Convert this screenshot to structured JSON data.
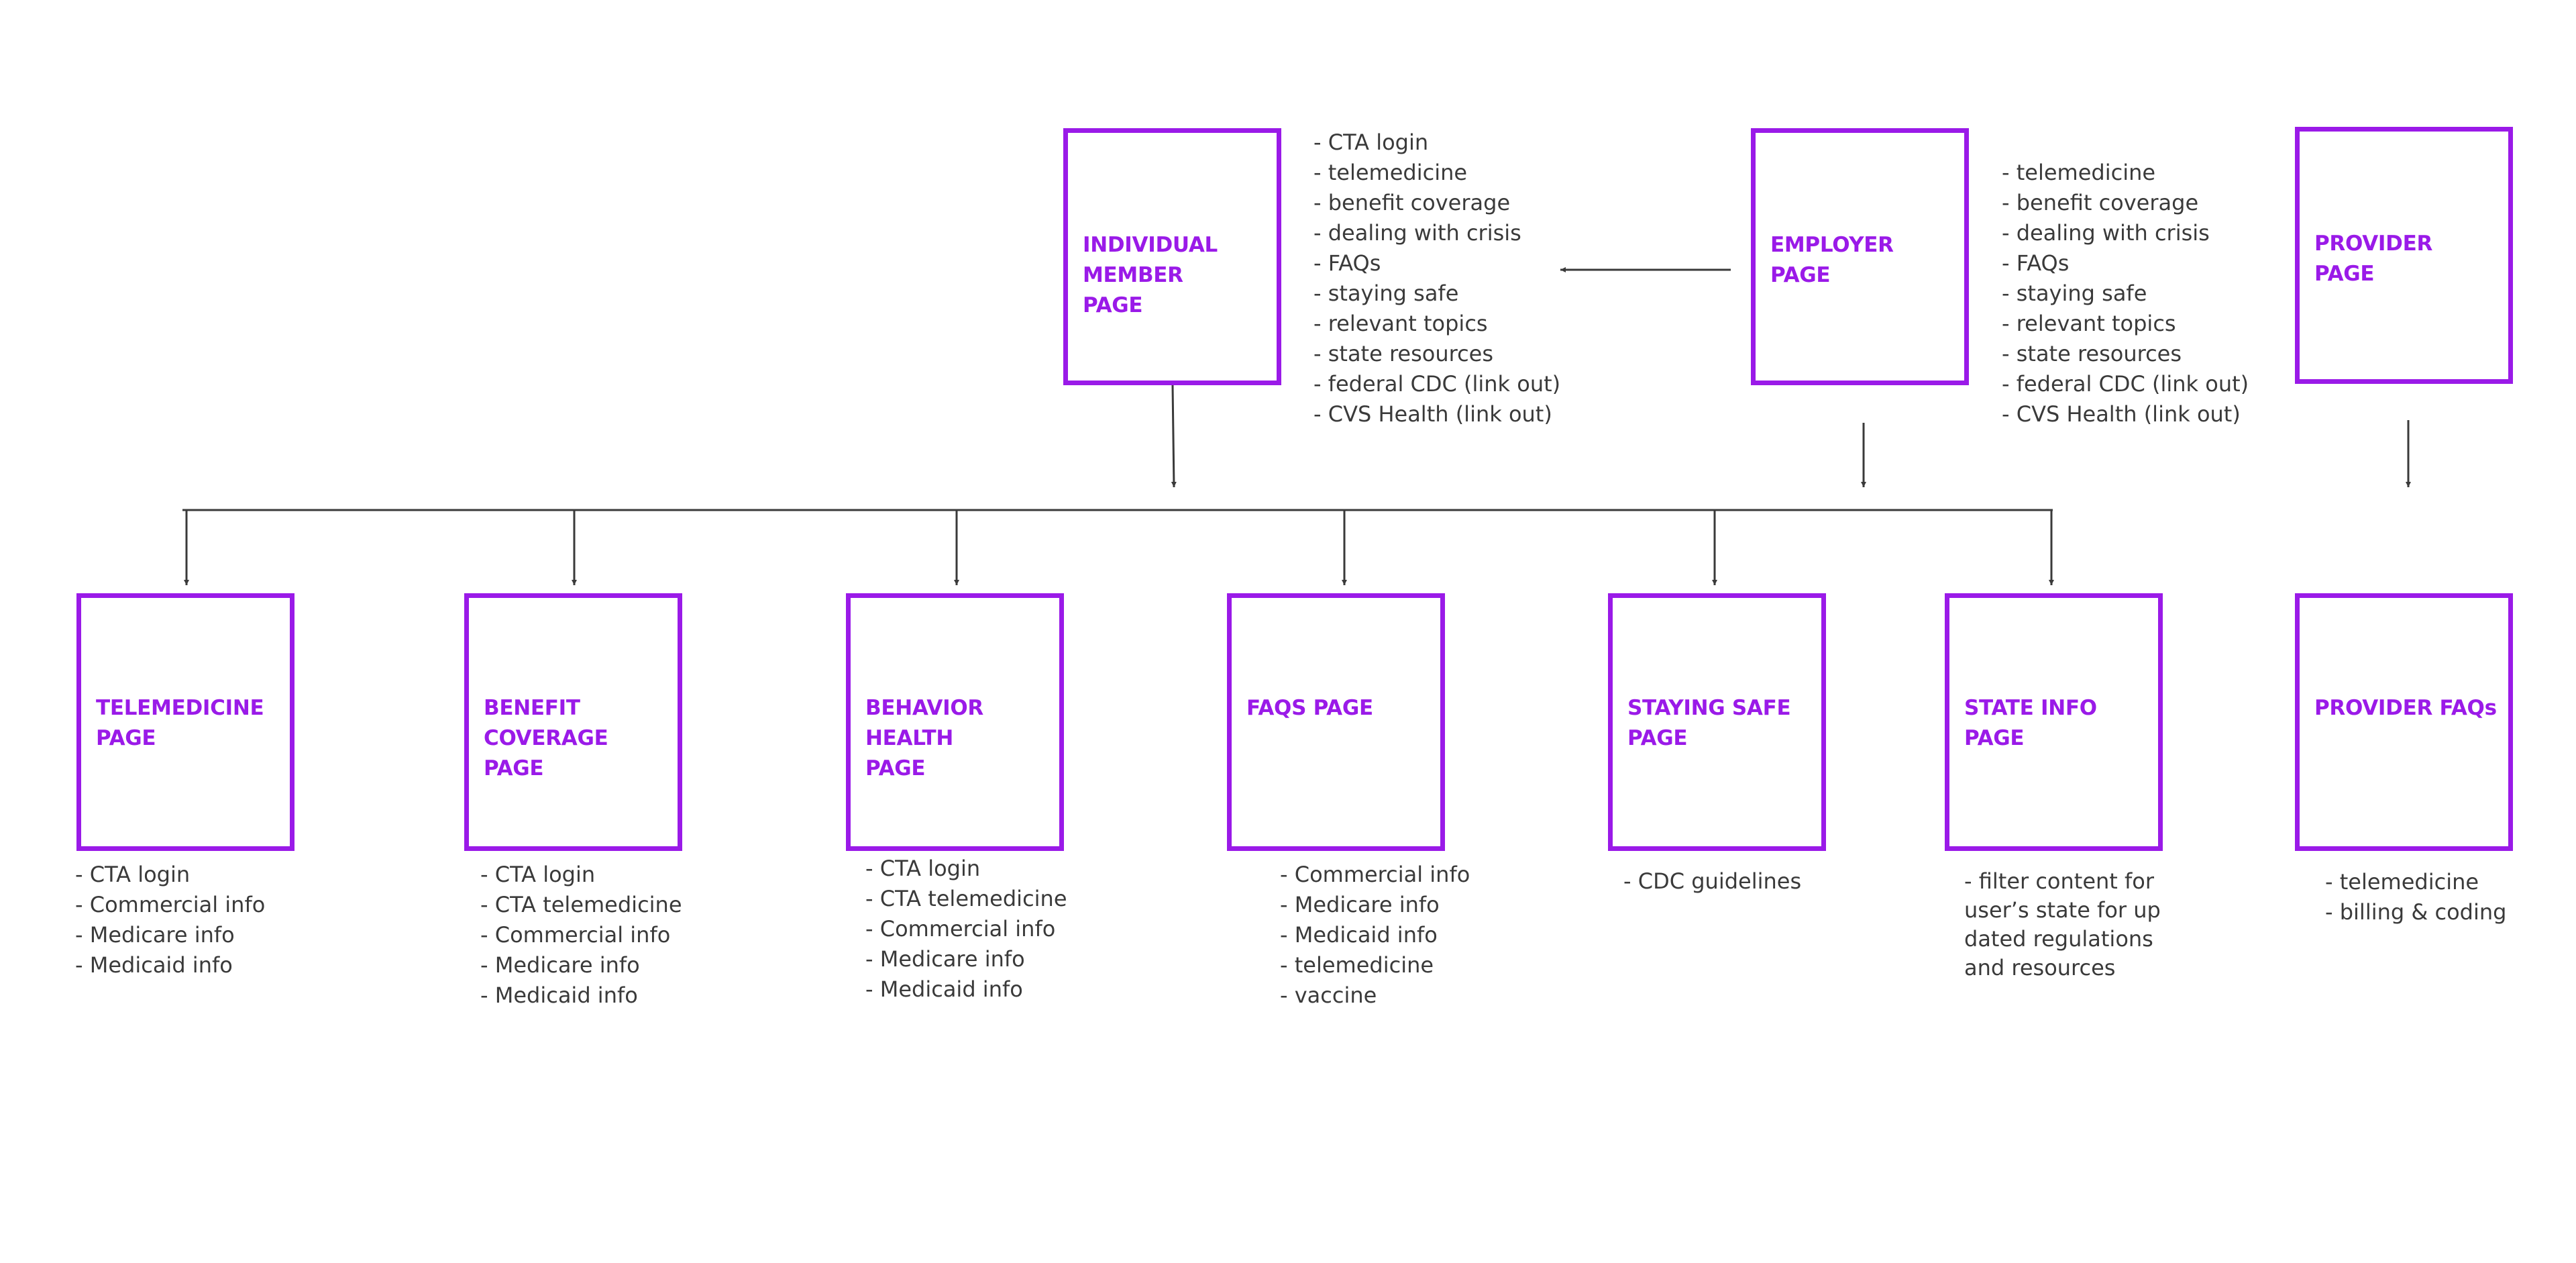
{
  "nodes": {
    "individual_member": {
      "label": "INDIVIDUAL\nMEMBER\nPAGE"
    },
    "employer": {
      "label": "EMPLOYER\nPAGE"
    },
    "provider": {
      "label": "PROVIDER\nPAGE"
    },
    "telemedicine": {
      "label": "TELEMEDICINE\nPAGE"
    },
    "benefit_coverage": {
      "label": "BENEFIT\nCOVERAGE\nPAGE"
    },
    "behavior_health": {
      "label": "BEHAVIOR\nHEALTH\nPAGE"
    },
    "faqs": {
      "label": "FAQS PAGE"
    },
    "staying_safe": {
      "label": "STAYING SAFE\nPAGE"
    },
    "state_info": {
      "label": "STATE INFO\nPAGE"
    },
    "provider_faqs": {
      "label": "PROVIDER FAQs"
    }
  },
  "notes": {
    "individual_member": [
      "- CTA login",
      "- telemedicine",
      "- benefit coverage",
      "- dealing with crisis",
      "- FAQs",
      "- staying safe",
      "- relevant topics",
      "- state resources",
      "- federal CDC (link out)",
      "- CVS Health (link out)"
    ],
    "employer": [
      "- telemedicine",
      "- benefit coverage",
      "- dealing with crisis",
      "- FAQs",
      "- staying safe",
      "- relevant topics",
      "- state resources",
      "- federal CDC (link out)",
      "- CVS Health (link out)"
    ],
    "telemedicine": [
      "- CTA login",
      "- Commercial info",
      "- Medicare info",
      "- Medicaid info"
    ],
    "benefit_coverage": [
      "- CTA login",
      "- CTA telemedicine",
      "- Commercial info",
      "- Medicare info",
      "- Medicaid info"
    ],
    "behavior_health": [
      "- CTA login",
      "- CTA telemedicine",
      "- Commercial info",
      "- Medicare info",
      "- Medicaid info"
    ],
    "faqs": [
      "- Commercial info",
      "- Medicare info",
      "- Medicaid info",
      "- telemedicine",
      "- vaccine"
    ],
    "staying_safe": [
      "- CDC guidelines"
    ],
    "state_info": [
      "- filter content for user’s state for up dated regulations and resources"
    ],
    "provider_faqs": [
      "- telemedicine",
      "- billing & coding"
    ]
  },
  "colors": {
    "node_border": "#9a1ae8",
    "node_text": "#9a1ae8",
    "note_text": "#3a3a3a",
    "connector": "#3a3a3a",
    "background": "#ffffff"
  }
}
